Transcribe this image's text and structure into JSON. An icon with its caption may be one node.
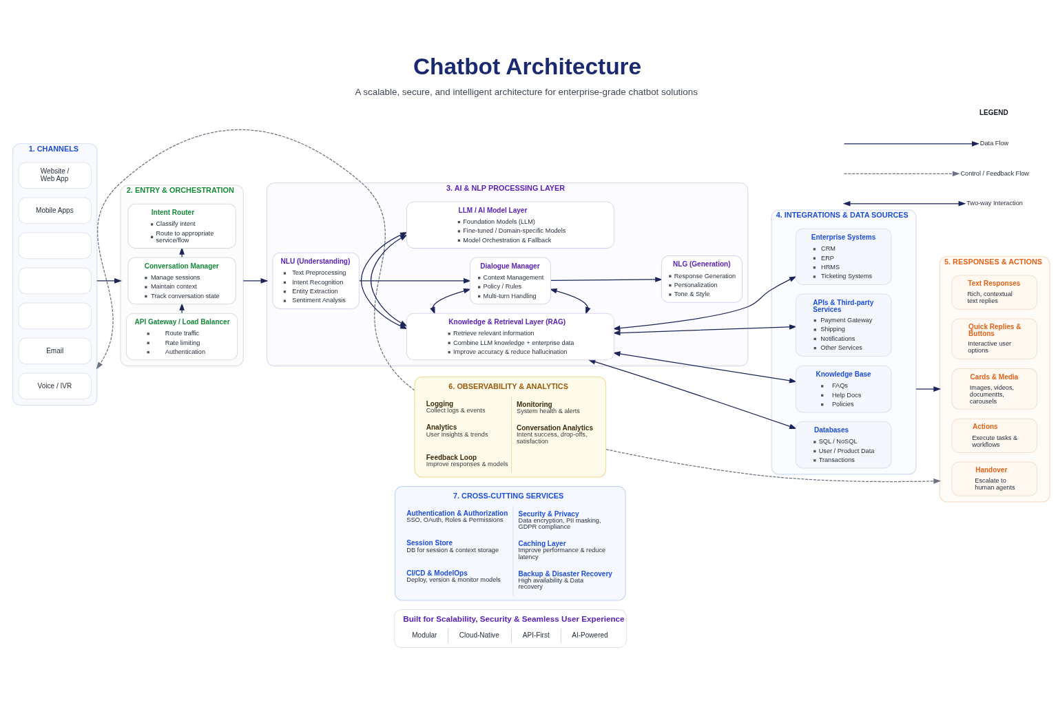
{
  "diagram": {
    "title": "Chatbot Architecture",
    "caption": "A scalable, secure, and intelligent architecture for enterprise-grade chatbot solutions",
    "nodes": [
      {
        "text": [
          "1. CHANNELS"
        ]
      },
      {
        "text": [
          "Website / Web App"
        ],
        "in": 0
      },
      {
        "text": [
          "Mobile Apps"
        ],
        "in": 0
      },
      {
        "text": [],
        "shape": "box",
        "in": 0
      },
      {
        "text": [],
        "shape": "box",
        "in": 0
      },
      {
        "text": [],
        "shape": "box",
        "in": 0
      },
      {
        "text": [
          "Email"
        ],
        "in": 0
      },
      {
        "text": [
          "Voice / IVR"
        ],
        "in": 0
      },
      {
        "text": [
          "2. ENTRY & ORCHESTRATION"
        ]
      },
      {
        "text": [
          "API Gateway / Load Balancer",
          "Route traffic",
          "Rate limiting",
          "Authentication"
        ],
        "in": 8
      },
      {
        "text": [
          "Conversation Manager",
          "Manage sessions",
          "Maintain context",
          "Track conversation state"
        ],
        "in": 8
      },
      {
        "text": [
          "Intent Router",
          "Classify intent",
          "Route to appropriate service/flow"
        ],
        "in": 8
      },
      {
        "text": [
          "3. AI & NLP PROCESSING LAYER"
        ]
      },
      {
        "text": [
          "NLU (Understanding)",
          "Text Preprocessing",
          "Intent Recognition",
          "Entity Extraction",
          "Sentiment Analysis"
        ],
        "in": 12
      },
      {
        "text": [
          "Dialogue Manager",
          "Context Management",
          "Policy / Rules",
          "Multi-turn Handling"
        ],
        "in": 12
      },
      {
        "text": [
          "NLG (Generation)",
          "Response Generation",
          "Personalization",
          "Tone & Style"
        ],
        "in": 12
      },
      {
        "text": [
          "Knowledge & Retrieval Layer (RAG)",
          "Retrieve relevant information",
          "Combine LLM knowledge + enterprise data",
          "Improve accuracy & reduce hallucination"
        ],
        "in": 12
      },
      {
        "text": [
          "LLM / AI Model Layer",
          "Foundation Models (LLM)",
          "Fine-tuned / Domain-specific Models",
          "Model Orchestration & Fallback"
        ],
        "in": 12
      },
      {
        "text": [
          "4. INTEGRATIONS & DATA SOURCES"
        ]
      },
      {
        "text": [
          "Knowledge Base",
          "FAQs",
          "Help Docs",
          "Policies"
        ],
        "in": 18
      },
      {
        "text": [
          "Databases",
          "SQL / NoSQL",
          "User / Product Data",
          "Transactions"
        ],
        "in": 18
      },
      {
        "text": [
          "Enterprise Systems",
          "CRM",
          "ERP",
          "HRMS",
          "Ticketing Systems"
        ],
        "in": 18
      },
      {
        "text": [
          "APIs & Third-party Services",
          "Payment Gateway",
          "Shipping",
          "Notifications",
          "Other Services"
        ],
        "in": 18
      },
      {
        "text": [
          "5. RESPONSES & ACTIONS"
        ]
      },
      {
        "text": [
          "Text Responses",
          "Rich, contextual text replies"
        ],
        "in": 23
      },
      {
        "text": [
          "Quick Replies & Buttons",
          "Interactive user options"
        ],
        "in": 23
      },
      {
        "text": [
          "Cards & Media",
          "Images, videos, documentts, carousels"
        ],
        "in": 23
      },
      {
        "text": [
          "Actions",
          "Execute tasks & workflows"
        ],
        "in": 23
      },
      {
        "text": [
          "Handover",
          "Escalate to human agents"
        ],
        "in": 23
      },
      {
        "text": [
          "6. OBSERVABILITY & ANALYTICS",
          "Logging",
          "Collect logs & events",
          "Monitoring",
          "System health & alerts",
          "Analytics",
          "User insights & trends",
          "Conversation Analytics",
          "Intent success, drop-offs, satisfaction",
          "Feedback Loop",
          "Improve responses & models"
        ]
      },
      {
        "text": [
          "7. CROSS-CUTTING SERVICES",
          "Authentication & Authorization",
          "SSO, OAuth, Roles & Permissions",
          "Security & Privacy",
          "Data encryption, PII masking, GDPR compliance",
          "Session Store",
          "DB for session & context storage",
          "Caching Layer",
          "Improve performance & reduce latency",
          "CI/CD & ModelOps",
          "Deploy, version & monitor models",
          "Backup & Disaster Recovery",
          "High availability & Data recovery"
        ]
      },
      {
        "text": [
          "Built for Scalability, Security & Seamless User Experience",
          "Modular",
          "Cloud-Native",
          "API-First",
          "AI-Powered"
        ]
      }
    ],
    "edges": [
      {
        "from": 0,
        "to": 8,
        "arrow": "to"
      },
      {
        "from": 9,
        "to": 10,
        "arrow": "to"
      },
      {
        "from": 10,
        "to": 11,
        "arrow": "to"
      },
      {
        "from": 8,
        "to": 12,
        "arrow": "to"
      },
      {
        "from": 13,
        "to": 14,
        "arrow": "to"
      },
      {
        "from": 14,
        "to": 15,
        "arrow": "to"
      },
      {
        "from": 14,
        "to": 16,
        "arrow": "both"
      },
      {
        "from": 14,
        "to": 16,
        "arrow": "both"
      },
      {
        "from": 16,
        "to": 17,
        "arrow": "both"
      },
      {
        "from": 16,
        "to": 17,
        "arrow": "both"
      },
      {
        "from": 16,
        "to": 19,
        "arrow": "both"
      },
      {
        "from": 16,
        "to": 20,
        "arrow": "both"
      },
      {
        "from": 16,
        "to": 21,
        "arrow": "both"
      },
      {
        "from": 16,
        "to": 22,
        "arrow": "both"
      },
      {
        "from": 18,
        "to": 23,
        "arrow": "to"
      },
      {
        "from": 29,
        "to": 0,
        "arrow": "to",
        "style": "dashed",
        "color": "#6b7280"
      },
      {
        "from": 29,
        "to": 23,
        "arrow": "to",
        "style": "dashed",
        "color": "#6b7280"
      }
    ],
    "labels": [
      "LEGEND"
    ],
    "legend": [
      {
        "text": "Data Flow"
      },
      {
        "text": "Control / Feedback Flow"
      },
      {
        "text": "Two-way Interaction"
      }
    ]
  }
}
